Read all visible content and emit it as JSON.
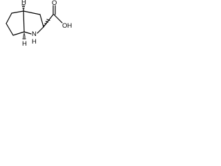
{
  "molecule": {
    "atoms": {
      "hydroxyl": "OH",
      "carbonyl_oxygen": "O",
      "ring_nitrogen": "N",
      "nh_hydrogen": "H",
      "stereo_hydrogen_top": "H",
      "stereo_hydrogen_bottom": "H"
    },
    "colors": {
      "ink": "#000000",
      "background": "#ffffff"
    }
  }
}
